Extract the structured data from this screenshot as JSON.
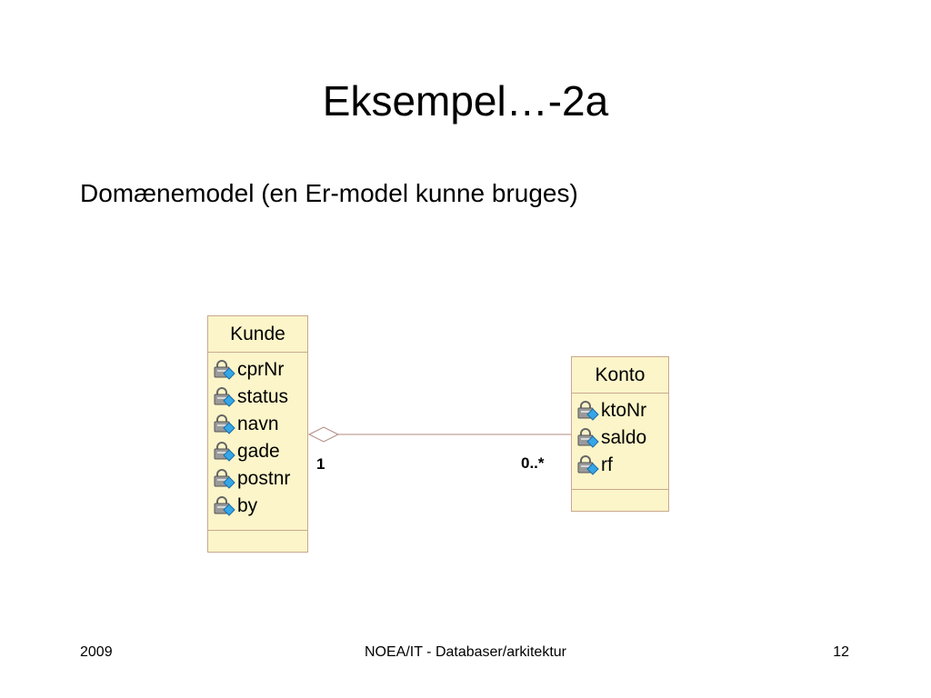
{
  "slide": {
    "title": "Eksempel…-2a",
    "subtitle": "Domænemodel (en Er-model kunne bruges)"
  },
  "diagram": {
    "classes": [
      {
        "name": "Kunde",
        "attributes": [
          "cprNr",
          "status",
          "navn",
          "gade",
          "postnr",
          "by"
        ]
      },
      {
        "name": "Konto",
        "attributes": [
          "ktoNr",
          "saldo",
          "rf"
        ]
      }
    ],
    "association": {
      "type": "aggregation",
      "left_multiplicity": "1",
      "right_multiplicity": "0..*"
    },
    "colors": {
      "class_fill": "#fcf5c9",
      "class_border": "#c9a88e",
      "line": "#b08a80"
    },
    "attribute_icon": "lock-key-icon"
  },
  "footer": {
    "year": "2009",
    "center": "NOEA/IT - Databaser/arkitektur",
    "page": "12"
  }
}
